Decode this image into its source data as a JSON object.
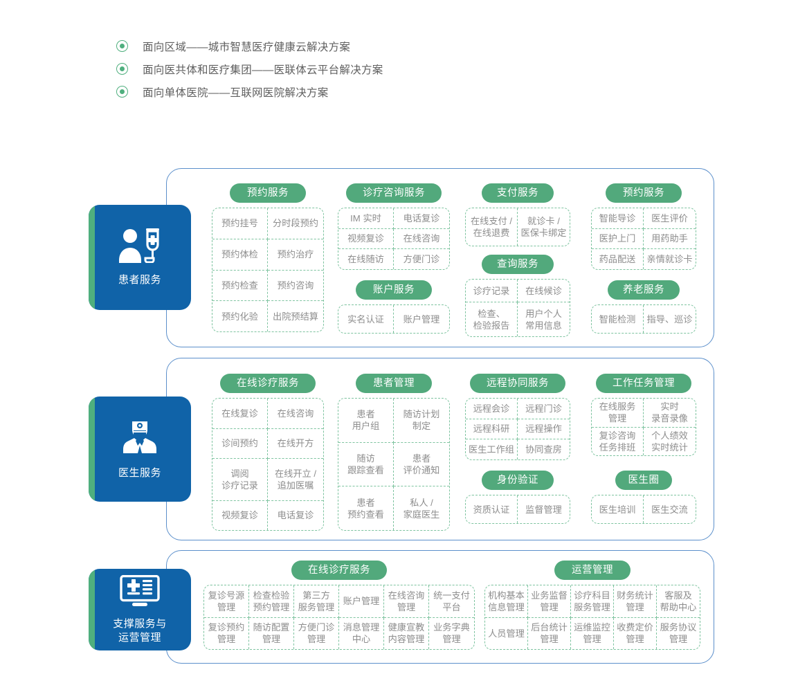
{
  "bullets": [
    {
      "icon": "radio-dot-icon",
      "text": "面向区域——城市智慧医疗健康云解决方案"
    },
    {
      "icon": "radio-dot-icon",
      "text": "面向医共体和医疗集团——医联体云平台解决方案"
    },
    {
      "icon": "radio-dot-icon",
      "text": "面向单体医院——互联网医院解决方案"
    }
  ],
  "colors": {
    "badge_blue": "#1063A8",
    "accent_green": "#4FAF7E",
    "pill_green": "#52A97C",
    "outline_blue": "#5B8FCB",
    "dashed_green": "#7DC39F",
    "cell_text": "#8d8d8d"
  },
  "rows": [
    {
      "badge": {
        "label": "患者服务",
        "icon": "patient-iv-drip-icon"
      },
      "groups": [
        {
          "title": "预约服务",
          "columns": 2,
          "cells": [
            "预约挂号",
            "分时段预约",
            "预约体检",
            "预约治疗",
            "预约检查",
            "预约咨询",
            "预约化验",
            "出院预结算"
          ]
        },
        {
          "title": "诊疗咨询服务",
          "columns": 2,
          "cells": [
            "IM 实时",
            "电话复诊",
            "视频复诊",
            "在线咨询",
            "在线随访",
            "方便门诊"
          ]
        },
        {
          "title": "账户服务",
          "columns": 2,
          "cells": [
            "实名认证",
            "账户管理"
          ]
        },
        {
          "title": "支付服务",
          "columns": 2,
          "cells": [
            "在线支付 /\n在线退费",
            "就诊卡 /\n医保卡绑定"
          ]
        },
        {
          "title": "查询服务",
          "columns": 2,
          "cells": [
            "诊疗记录",
            "在线候诊",
            "检查、\n检验报告",
            "用户个人\n常用信息"
          ]
        },
        {
          "title": "预约服务",
          "columns": 2,
          "cells": [
            "智能导诊",
            "医生评价",
            "医护上门",
            "用药助手",
            "药品配送",
            "亲情就诊卡"
          ]
        },
        {
          "title": "养老服务",
          "columns": 2,
          "cells": [
            "智能检测",
            "指导、巡诊"
          ]
        }
      ]
    },
    {
      "badge": {
        "label": "医生服务",
        "icon": "doctor-icon"
      },
      "groups": [
        {
          "title": "在线诊疗服务",
          "columns": 2,
          "cells": [
            "在线复诊",
            "在线咨询",
            "诊间预约",
            "在线开方",
            "调阅\n诊疗记录",
            "在线开立 /\n追加医嘱",
            "视频复诊",
            "电话复诊"
          ]
        },
        {
          "title": "患者管理",
          "columns": 2,
          "cells": [
            "患者\n用户组",
            "随访计划\n制定",
            "随访\n跟踪查看",
            "患者\n评价通知",
            "患者\n预约查看",
            "私人 /\n家庭医生"
          ]
        },
        {
          "title": "远程协同服务",
          "columns": 2,
          "cells": [
            "远程会诊",
            "远程门诊",
            "远程科研",
            "远程操作",
            "医生工作组",
            "协同查房"
          ]
        },
        {
          "title": "身份验证",
          "columns": 2,
          "cells": [
            "资质认证",
            "监督管理"
          ]
        },
        {
          "title": "工作任务管理",
          "columns": 2,
          "cells": [
            "在线服务\n管理",
            "实时\n录音录像",
            "复诊咨询\n任务排班",
            "个人绩效\n实时统计"
          ]
        },
        {
          "title": "医生圈",
          "columns": 2,
          "cells": [
            "医生培训",
            "医生交流"
          ]
        }
      ]
    },
    {
      "badge": {
        "label": "支撑服务与\n运营管理",
        "label_line1": "支撑服务与",
        "label_line2": "运营管理",
        "icon": "monitor-cross-icon"
      },
      "groups": [
        {
          "title": "在线诊疗服务",
          "columns": 6,
          "cells": [
            "复诊号源\n管理",
            "检查检验\n预约管理",
            "第三方\n服务管理",
            "账户管理",
            "在线咨询\n管理",
            "统一支付\n平台",
            "复诊预约\n管理",
            "随访配置\n管理",
            "方便门诊\n管理",
            "消息管理\n中心",
            "健康宣教\n内容管理",
            "业务字典\n管理"
          ]
        },
        {
          "title": "运营管理",
          "columns": 5,
          "cells": [
            "机构基本\n信息管理",
            "业务监督\n管理",
            "诊疗科目\n服务管理",
            "财务统计\n管理",
            "客服及\n帮助中心",
            "人员管理",
            "后台统计\n管理",
            "运维监控\n管理",
            "收费定价\n管理",
            "服务协议\n管理"
          ]
        }
      ]
    }
  ]
}
